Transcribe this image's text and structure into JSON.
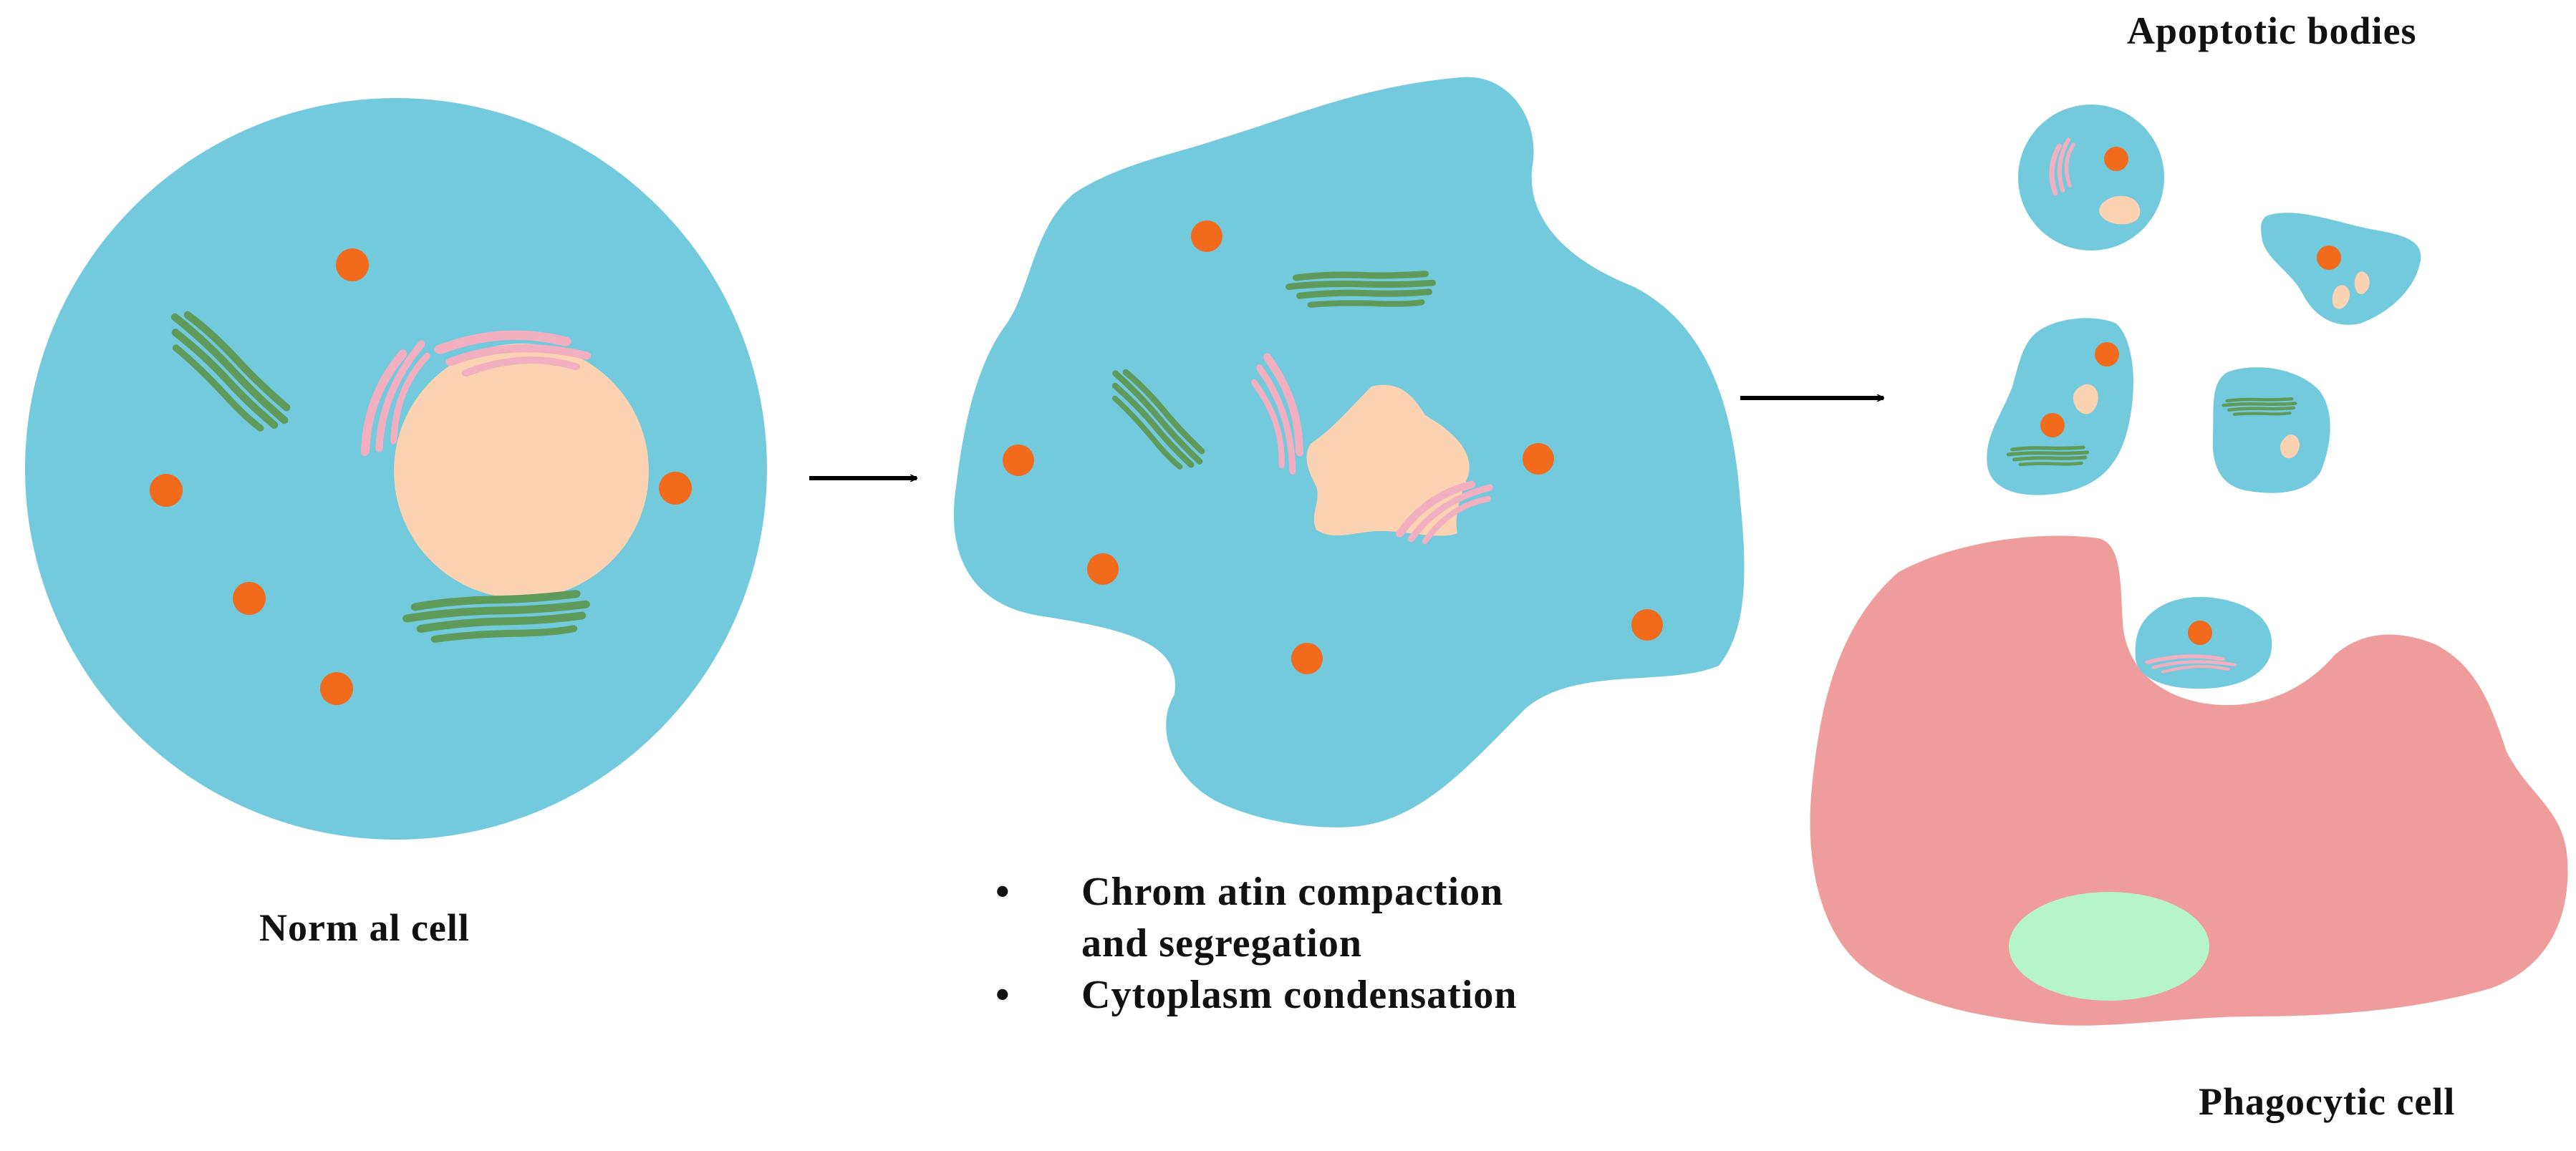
{
  "labels": {
    "normal_cell": "Norm al cell",
    "apoptotic_bodies": "Apoptotic bodies",
    "phagocytic_cell": "Phagocytic cell"
  },
  "features": [
    {
      "bullet": "•",
      "lines": [
        "Chrom atin compaction",
        "and segregation"
      ]
    },
    {
      "bullet": "•",
      "lines": [
        "Cytoplasm condensation"
      ]
    }
  ],
  "colors": {
    "cytoplasm": "#72CADC",
    "nucleus": "#FBD3B3",
    "mitochondria": "#F26A1B",
    "er": "#5E9A5A",
    "golgi": "#F2AFC0",
    "phagocyte": "#EF9C9C",
    "phagocyte_nucleus": "#B6F5C8",
    "arrow": "#000000"
  },
  "icons": [
    "arrow-right-icon"
  ]
}
